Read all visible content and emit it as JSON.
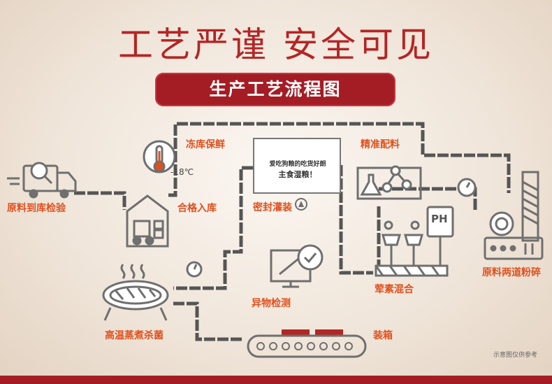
{
  "header": {
    "headline": "工艺严谨 安全可见",
    "banner": "生产工艺流程图"
  },
  "steps": {
    "inspection": "原料到库检验",
    "warehouse": "合格入库",
    "cold_storage": "冻库保鲜",
    "sealing": "密封灌装",
    "dosing": "精准配料",
    "grinding": "原料两道粉碎",
    "mixing": "荤素混合",
    "foreign_check": "异物检测",
    "sterilization": "高温蒸煮杀菌",
    "boxing": "装箱"
  },
  "thermometer": {
    "temperature": "-18℃"
  },
  "screen": {
    "line1": "爱吃狗粮的吃货好朗",
    "line2": "主食湿粮！"
  },
  "ph_meter": {
    "label": "PH"
  },
  "footnote": "示意图仅供参考",
  "colors": {
    "headline": "#b42525",
    "banner": "#a41d24",
    "label": "#e0501e",
    "icon_stroke": "#6f6f6f",
    "pipe": "#555555"
  }
}
